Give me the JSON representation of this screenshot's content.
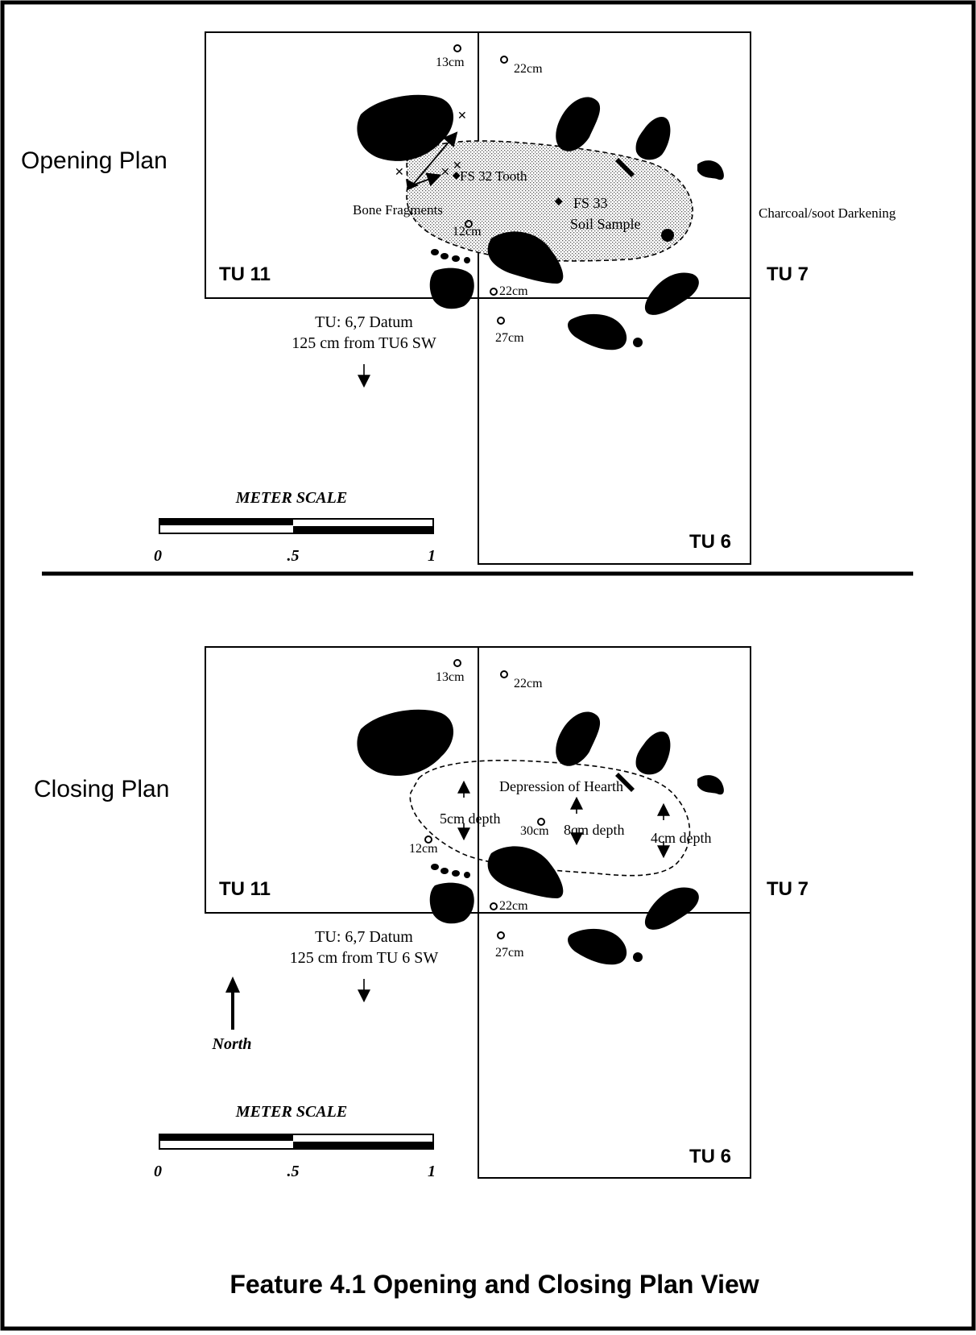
{
  "caption": "Feature 4.1 Opening and Closing Plan View",
  "opening_plan": {
    "title": "Opening Plan",
    "units": {
      "tu11": "TU 11",
      "tu7": "TU 7",
      "tu6": "TU 6"
    },
    "depths": {
      "d13": "13cm",
      "d22a": "22cm",
      "d12": "12cm",
      "d22b": "22cm",
      "d27": "27cm"
    },
    "labels": {
      "fs32": "FS 32 Tooth",
      "bone": "Bone Fragments",
      "fs33": "FS 33",
      "soil": "Soil Sample",
      "charcoal": "Charcoal/soot Darkening"
    },
    "datum": {
      "line1": "TU: 6,7 Datum",
      "line2": "125 cm from TU6 SW"
    },
    "scale": {
      "title": "METER SCALE",
      "t0": "0",
      "t05": ".5",
      "t1": "1"
    }
  },
  "closing_plan": {
    "title": "Closing Plan",
    "units": {
      "tu11": "TU 11",
      "tu7": "TU 7",
      "tu6": "TU 6"
    },
    "depths": {
      "d13": "13cm",
      "d22a": "22cm",
      "d12": "12cm",
      "d22b": "22cm",
      "d27": "27cm",
      "d30": "30cm"
    },
    "labels": {
      "depression": "Depression of Hearth",
      "dep5": "5cm depth",
      "dep8": "8cm depth",
      "dep4": "4cm depth"
    },
    "datum": {
      "line1": "TU: 6,7 Datum",
      "line2": "125 cm from TU 6 SW"
    },
    "north": "North",
    "scale": {
      "title": "METER SCALE",
      "t0": "0",
      "t05": ".5",
      "t1": "1"
    }
  }
}
